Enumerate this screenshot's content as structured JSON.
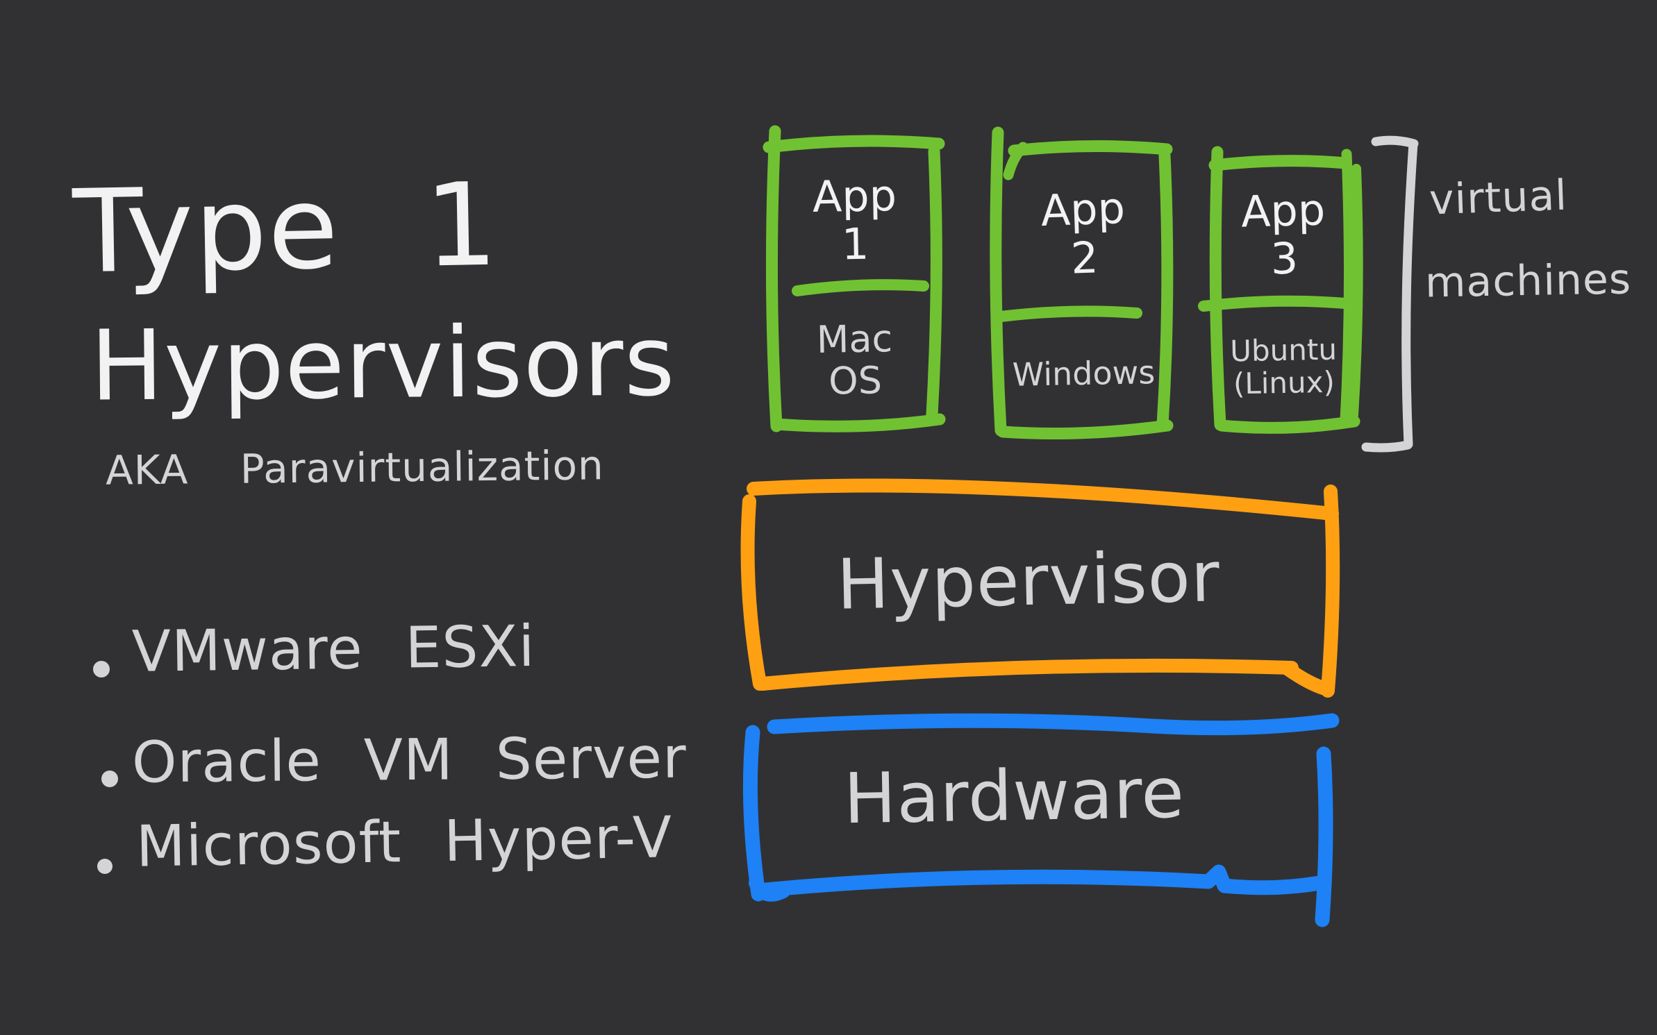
{
  "colors": {
    "background": "#313133",
    "vm-border": "#71C233",
    "hypervisor-border": "#FFA013",
    "hardware-border": "#1E81F5",
    "ink-bright": "#F2F2F3",
    "ink-dim": "#D4D4D6"
  },
  "title": {
    "line1": "Type 1",
    "line2": "Hypervisors",
    "subtitle": "AKA Paravirtualization"
  },
  "examples": [
    "VMware ESXi",
    "Oracle VM Server",
    "Microsoft Hyper-V"
  ],
  "virtual_machines": [
    {
      "app": [
        "App",
        "1"
      ],
      "os": [
        "Mac",
        "OS"
      ]
    },
    {
      "app": [
        "App",
        "2"
      ],
      "os": [
        "Windows"
      ]
    },
    {
      "app": [
        "App",
        "3"
      ],
      "os": [
        "Ubuntu",
        "(Linux)"
      ]
    }
  ],
  "bracket_label": [
    "virtual",
    "machines"
  ],
  "layers": {
    "hypervisor": "Hypervisor",
    "hardware": "Hardware"
  }
}
